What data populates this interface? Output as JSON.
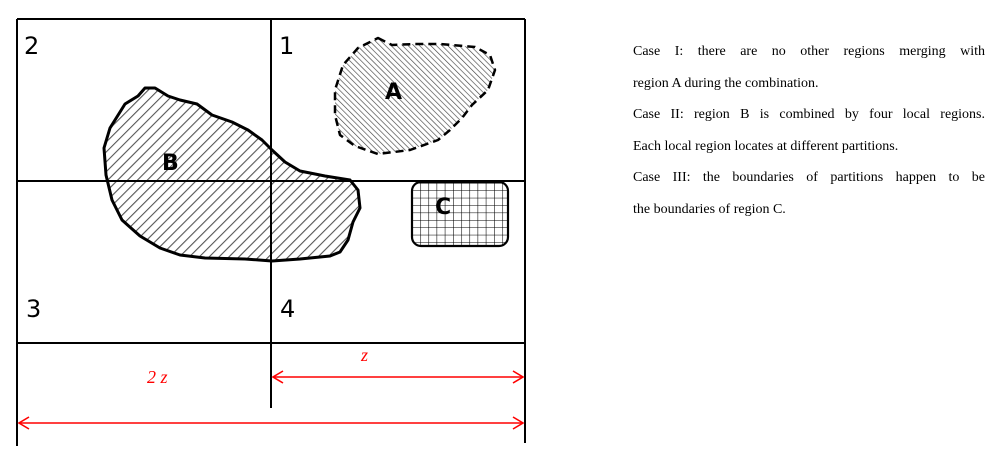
{
  "diagram": {
    "partitions": [
      {
        "id": "2",
        "label": "2"
      },
      {
        "id": "1",
        "label": "1"
      },
      {
        "id": "3",
        "label": "3"
      },
      {
        "id": "4",
        "label": "4"
      }
    ],
    "regions": {
      "A": {
        "label": "A",
        "boundary": "dashed",
        "fill": "diagonal-hatch-fine"
      },
      "B": {
        "label": "B",
        "boundary": "solid",
        "fill": "diagonal-hatch"
      },
      "C": {
        "label": "C",
        "boundary": "solid-rounded",
        "fill": "grid"
      }
    },
    "dimensions": {
      "half_width_label": "z",
      "full_width_label": "2 z",
      "arrow_color": "#ff0000"
    }
  },
  "notes": {
    "lines": [
      "Case I: there are no other regions merging with",
      "region A during the combination.",
      "Case II: region B is combined by four local regions.",
      "Each local region locates at different partitions.",
      "Case III: the boundaries of partitions happen to be",
      "the boundaries of region C."
    ]
  }
}
